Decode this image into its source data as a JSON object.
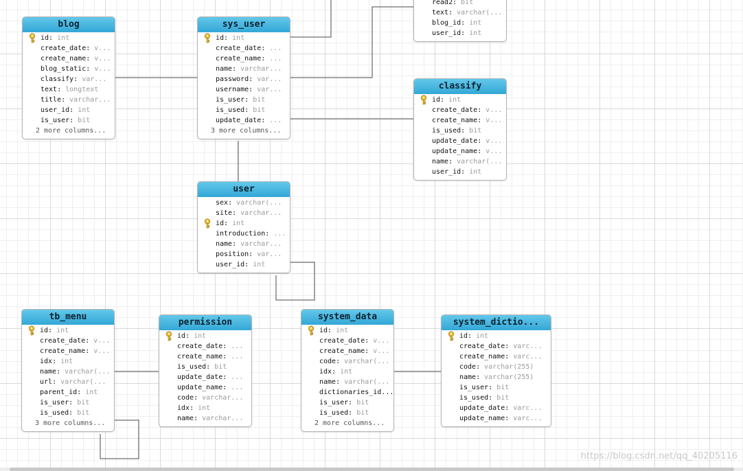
{
  "tables": [
    {
      "key": "blog",
      "name": "blog",
      "columns": [
        {
          "name": "id",
          "type": "int",
          "pk": true
        },
        {
          "name": "create_date",
          "type": "v..."
        },
        {
          "name": "create_name",
          "type": "v..."
        },
        {
          "name": "blog_static",
          "type": "v..."
        },
        {
          "name": "classify",
          "type": "var..."
        },
        {
          "name": "text",
          "type": "longtext"
        },
        {
          "name": "title",
          "type": "varchar..."
        },
        {
          "name": "user_id",
          "type": "int"
        },
        {
          "name": "is_user",
          "type": "bit"
        }
      ],
      "more": "2 more columns..."
    },
    {
      "key": "sys_user",
      "name": "sys_user",
      "columns": [
        {
          "name": "id",
          "type": "int",
          "pk": true
        },
        {
          "name": "create_date",
          "type": "..."
        },
        {
          "name": "create_name",
          "type": "..."
        },
        {
          "name": "name",
          "type": "varchar..."
        },
        {
          "name": "password",
          "type": "var..."
        },
        {
          "name": "username",
          "type": "var..."
        },
        {
          "name": "is_user",
          "type": "bit"
        },
        {
          "name": "is_used",
          "type": "bit"
        },
        {
          "name": "update_date",
          "type": "..."
        }
      ],
      "more": "3 more columns..."
    },
    {
      "key": "top_right",
      "name": "",
      "headerless": true,
      "columns": [
        {
          "name": "read2",
          "type": "bit"
        },
        {
          "name": "text",
          "type": "varchar(..."
        },
        {
          "name": "blog_id",
          "type": "int"
        },
        {
          "name": "user_id",
          "type": "int"
        }
      ],
      "more": ""
    },
    {
      "key": "classify",
      "name": "classify",
      "columns": [
        {
          "name": "id",
          "type": "int",
          "pk": true
        },
        {
          "name": "create_date",
          "type": "v..."
        },
        {
          "name": "create_name",
          "type": "v..."
        },
        {
          "name": "is_used",
          "type": "bit"
        },
        {
          "name": "update_date",
          "type": "v..."
        },
        {
          "name": "update_name",
          "type": "v..."
        },
        {
          "name": "name",
          "type": "varchar(..."
        },
        {
          "name": "user_id",
          "type": "int"
        }
      ],
      "more": ""
    },
    {
      "key": "user",
      "name": "user",
      "columns": [
        {
          "name": "sex",
          "type": "varchar(..."
        },
        {
          "name": "site",
          "type": "varchar..."
        },
        {
          "name": "id",
          "type": "int",
          "pk": true
        },
        {
          "name": "introduction",
          "type": "..."
        },
        {
          "name": "name",
          "type": "varchar..."
        },
        {
          "name": "position",
          "type": "var..."
        },
        {
          "name": "user_id",
          "type": "int"
        }
      ],
      "more": ""
    },
    {
      "key": "tb_menu",
      "name": "tb_menu",
      "columns": [
        {
          "name": "id",
          "type": "int",
          "pk": true
        },
        {
          "name": "create_date",
          "type": "v..."
        },
        {
          "name": "create_name",
          "type": "v..."
        },
        {
          "name": "idx",
          "type": "int"
        },
        {
          "name": "name",
          "type": "varchar(..."
        },
        {
          "name": "url",
          "type": "varchar(..."
        },
        {
          "name": "parent_id",
          "type": "int"
        },
        {
          "name": "is_user",
          "type": "bit"
        },
        {
          "name": "is_used",
          "type": "bit"
        }
      ],
      "more": "3 more columns..."
    },
    {
      "key": "permission",
      "name": "permission",
      "columns": [
        {
          "name": "id",
          "type": "int",
          "pk": true
        },
        {
          "name": "create_date",
          "type": "..."
        },
        {
          "name": "create_name",
          "type": "..."
        },
        {
          "name": "is_used",
          "type": "bit"
        },
        {
          "name": "update_date",
          "type": "..."
        },
        {
          "name": "update_name",
          "type": "..."
        },
        {
          "name": "code",
          "type": "varchar..."
        },
        {
          "name": "idx",
          "type": "int"
        },
        {
          "name": "name",
          "type": "varchar..."
        }
      ],
      "more": ""
    },
    {
      "key": "system_data",
      "name": "system_data",
      "columns": [
        {
          "name": "id",
          "type": "int",
          "pk": true
        },
        {
          "name": "create_date",
          "type": "v..."
        },
        {
          "name": "create_name",
          "type": "v..."
        },
        {
          "name": "code",
          "type": "varchar(..."
        },
        {
          "name": "idx",
          "type": "int"
        },
        {
          "name": "name",
          "type": "varchar(..."
        },
        {
          "name": "dictionaries_id...",
          "type": ""
        },
        {
          "name": "is_user",
          "type": "bit"
        },
        {
          "name": "is_used",
          "type": "bit"
        }
      ],
      "more": "2 more columns..."
    },
    {
      "key": "system_dictio",
      "name": "system_dictio...",
      "columns": [
        {
          "name": "id",
          "type": "int",
          "pk": true
        },
        {
          "name": "create_date",
          "type": "varc..."
        },
        {
          "name": "create_name",
          "type": "varc..."
        },
        {
          "name": "code",
          "type": "varchar(255)"
        },
        {
          "name": "name",
          "type": "varchar(255)"
        },
        {
          "name": "is_user",
          "type": "bit"
        },
        {
          "name": "is_used",
          "type": "bit"
        },
        {
          "name": "update_date",
          "type": "varc..."
        },
        {
          "name": "update_name",
          "type": "varc..."
        }
      ],
      "more": ""
    }
  ],
  "watermark": "https://blog.csdn.net/qq_40205116",
  "colors": {
    "header_top": "#63c8ea",
    "header_bottom": "#33a7d6",
    "connector": "#4a4a4a",
    "column_type": "#9a9a9a"
  }
}
